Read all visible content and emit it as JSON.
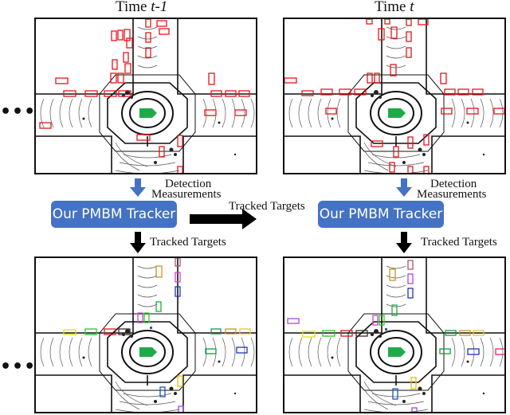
{
  "titles": {
    "left": {
      "prefix": "Time ",
      "var": "t-1"
    },
    "right": {
      "prefix": "Time ",
      "var": "t"
    }
  },
  "ellipsis": "•••",
  "tracker": {
    "left_label": "Our PMBM Tracker",
    "right_label": "Our PMBM Tracker",
    "color": "#4472c4"
  },
  "labels": {
    "detection_line1": "Detection",
    "detection_line2": "Measurements",
    "tracked_targets": "Tracked Targets"
  },
  "colors": {
    "detection_box": "#e8141a",
    "ego_vehicle": "#1faa4a",
    "frame_border": "#111111",
    "track_colors": [
      "#e5e000",
      "#22cc22",
      "#e8141a",
      "#3a2a2a",
      "#cc44cc",
      "#c8962a",
      "#2233bb",
      "#119944",
      "#ee2266",
      "#aa44ee"
    ]
  },
  "panels": {
    "top_left": {
      "name": "detections-t-1"
    },
    "top_right": {
      "name": "detections-t"
    },
    "bottom_left": {
      "name": "tracks-t-1"
    },
    "bottom_right": {
      "name": "tracks-t"
    }
  }
}
